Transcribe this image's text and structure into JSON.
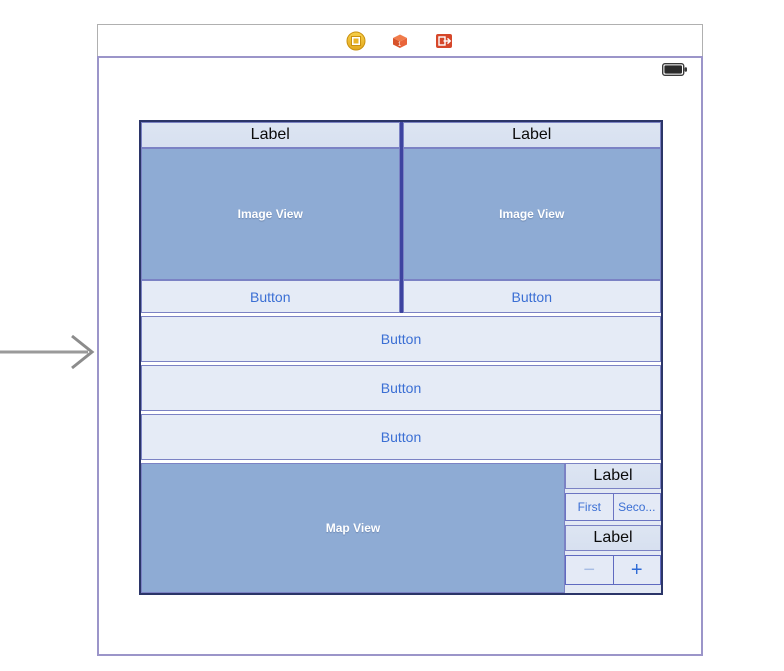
{
  "scene": {
    "dock_icons": [
      {
        "name": "view-controller-icon",
        "title": "View Controller"
      },
      {
        "name": "first-responder-icon",
        "title": "First Responder"
      },
      {
        "name": "exit-segue-icon",
        "title": "Exit"
      }
    ],
    "entry_point": "storyboard-entry-point-arrow",
    "status_bar": {
      "battery_icon": "battery-icon"
    }
  },
  "layout": {
    "top_labels": [
      {
        "text": "Label"
      },
      {
        "text": "Label"
      }
    ],
    "image_views": [
      {
        "text": "Image View"
      },
      {
        "text": "Image View"
      }
    ],
    "paired_buttons": [
      {
        "text": "Button"
      },
      {
        "text": "Button"
      }
    ],
    "wide_buttons": [
      {
        "text": "Button"
      },
      {
        "text": "Button"
      },
      {
        "text": "Button"
      }
    ],
    "map_view": {
      "text": "Map View"
    },
    "side_panel": {
      "label_top": "Label",
      "segmented_control": [
        {
          "text": "First",
          "selected": false
        },
        {
          "text": "Seco...",
          "selected": false
        }
      ],
      "label_bottom": "Label",
      "stepper": {
        "decrement": "−",
        "increment": "+"
      }
    }
  },
  "colors": {
    "canvas_border": "#9b95c9",
    "dock_border": "#b0b0b0",
    "stack_border": "#2b3568",
    "element_border": "#7b82c4",
    "element_fill": "#e3e9f4",
    "placeholder_fill": "#8eabd4",
    "button_text": "#3b6fd4",
    "divider": "#3d43a0",
    "stepper_disabled": "#a7bce4",
    "stepper_enabled": "#2f6bd6",
    "arrow": "#8c8c8c"
  }
}
